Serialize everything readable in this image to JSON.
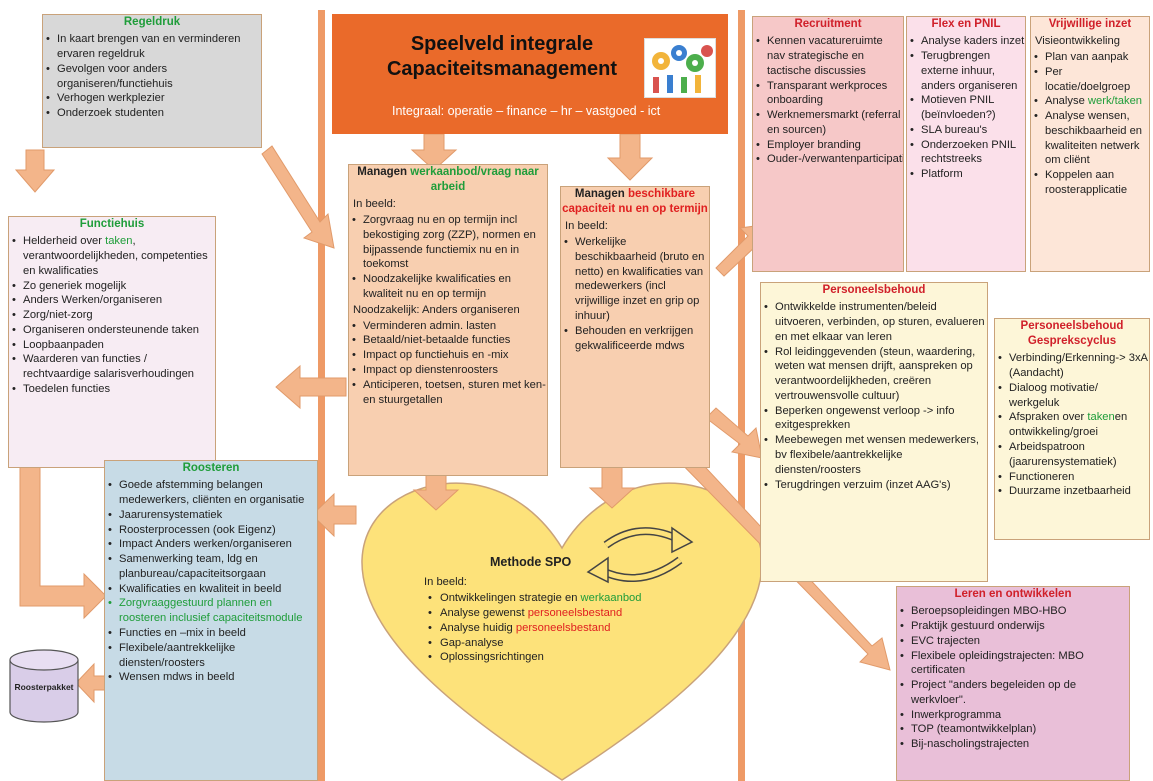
{
  "title": {
    "line1": "Speelveld integrale",
    "line2": "Capaciteitsmanagement",
    "subtitle": "Integraal: operatie – finance – hr – vastgoed - ict"
  },
  "regeldruk": {
    "heading": "Regeldruk",
    "items": [
      "In kaart brengen van en verminderen ervaren regeldruk",
      "Gevolgen voor anders organiseren/functiehuis",
      "Verhogen werkplezier",
      "Onderzoek studenten"
    ]
  },
  "functiehuis": {
    "heading": "Functiehuis",
    "item1_pre": "Helderheid over ",
    "item1_green": "taken",
    "item1_post": ", verantwoordelijkheden, competenties en kwalificaties",
    "items": [
      "Zo generiek mogelijk",
      "Anders Werken/organiseren",
      "Zorg/niet-zorg",
      "Organiseren ondersteunende taken",
      "Loopbaanpaden",
      "Waarderen van functies / rechtvaardige salarisverhoudingen",
      "Toedelen functies"
    ]
  },
  "managen_werkaanbod": {
    "heading_pre": "Managen ",
    "heading_green": "werkaanbod/vraag naar arbeid",
    "label_inbeeld": "In beeld:",
    "inbeeld_items": [
      "Zorgvraag nu en op termijn incl bekostiging zorg (ZZP), normen en bijpassende functiemix nu en in toekomst",
      "Noodzakelijke kwalificaties en kwaliteit nu en op termijn"
    ],
    "label_noodzakelijk": "Noodzakelijk: Anders organiseren",
    "nood_items": [
      "Verminderen admin. lasten",
      "Betaald/niet-betaalde functies",
      "Impact op functiehuis en -mix",
      "Impact op dienstenroosters",
      "Anticiperen, toetsen, sturen met ken- en stuurgetallen"
    ]
  },
  "managen_capaciteit": {
    "heading_pre": "Managen ",
    "heading_red": "beschikbare capaciteit nu en op termijn",
    "label_inbeeld": "In beeld:",
    "items": [
      "Werkelijke beschikbaarheid (bruto en netto) en kwalificaties van medewerkers (incl vrijwillige inzet en grip op inhuur)",
      "Behouden en verkrijgen gekwalificeerde mdws"
    ]
  },
  "recruitment": {
    "heading": "Recruitment",
    "items": [
      "Kennen vacatureruimte nav strategische en tactische discussies",
      "Transparant werkproces onboarding",
      "Werknemersmarkt (referral en sourcen)",
      "Employer branding",
      "Ouder-/verwantenparticipatie"
    ]
  },
  "flex_pnil": {
    "heading": "Flex en PNIL",
    "items": [
      "Analyse kaders inzet",
      "Terugbrengen externe inhuur, anders organiseren",
      "Motieven PNIL (beïnvloeden?)",
      "SLA bureau's",
      "Onderzoeken PNIL rechtstreeks",
      "Platform"
    ]
  },
  "vrijwillige_inzet": {
    "heading": "Vrijwillige inzet",
    "intro": "Visieontwikkeling",
    "items_before": [
      "Plan van aanpak",
      "Per locatie/doelgroep"
    ],
    "analyse_pre": "Analyse ",
    "analyse_green": "werk/taken",
    "items_after": [
      "Analyse wensen, beschikbaarheid en kwaliteiten netwerk om cliënt",
      "Koppelen aan roosterapplicatie"
    ]
  },
  "personeelsbehoud": {
    "heading": "Personeelsbehoud",
    "items": [
      "Ontwikkelde instrumenten/beleid uitvoeren, verbinden, op sturen, evalueren en met elkaar van leren",
      "Rol leidinggevenden (steun, waardering, weten wat mensen drijft, aanspreken op verantwoordelijkheden, creëren vertrouwensvolle cultuur)",
      "Beperken ongewenst verloop -> info exitgesprekken",
      "Meebewegen met wensen medewerkers, bv flexibele/aantrekkelijke diensten/roosters",
      "Terugdringen verzuim (inzet AAG's)"
    ]
  },
  "gesprekscyclus": {
    "heading1": "Personeelsbehoud",
    "heading2": "Gesprekscyclus",
    "items_before": [
      "Verbinding/Erkenning-> 3xA (Aandacht)",
      "Dialoog motivatie/ werkgeluk"
    ],
    "afspraken_pre": "Afspraken over ",
    "afspraken_green": "taken",
    "afspraken_post": "en ontwikkeling/groei",
    "items_after": [
      "Arbeidspatroon (jaarurensystematiek)",
      "Functioneren",
      "Duurzame inzetbaarheid"
    ]
  },
  "roosteren": {
    "heading": "Roosteren",
    "items_before": [
      "Goede afstemming belangen medewerkers, cliënten en organisatie",
      "Jaarurensystematiek",
      "Roosterprocessen (ook Eigenz)",
      "Impact Anders werken/organiseren",
      "Samenwerking team, ldg en planbureau/capaciteitsorgaan",
      "Kwalificaties en kwaliteit in beeld"
    ],
    "green_item": "Zorgvraaggestuurd plannen en roosteren inclusief capaciteitsmodule",
    "items_after": [
      "Functies en –mix in beeld",
      "Flexibele/aantrekkelijke diensten/roosters",
      "Wensen mdws in beeld"
    ]
  },
  "methode_spo": {
    "heading": "Methode SPO",
    "label_inbeeld": "In beeld:",
    "item1_pre": "Ontwikkelingen strategie en ",
    "item1_green": "werkaanbod",
    "item2_pre": "Analyse gewenst ",
    "item2_red": "personeelsbestand",
    "item3_pre": "Analyse huidig ",
    "item3_red": "personeelsbestand",
    "items_after": [
      "Gap-analyse",
      "Oplossingsrichtingen"
    ]
  },
  "leren": {
    "heading": "Leren en ontwikkelen",
    "items": [
      "Beroepsopleidingen MBO-HBO",
      "Praktijk gestuurd onderwijs",
      "EVC trajecten",
      "Flexibele opleidingstrajecten: MBO certificaten",
      "Project \"anders begeleiden op de werkvloer\".",
      "Inwerkprogramma",
      "TOP (teamontwikkelplan)",
      "Bij-nascholingstrajecten"
    ]
  },
  "roosterpakket": {
    "label": "Roosterpakket"
  },
  "colors": {
    "arrow": "#f3b58a",
    "title_bg": "#ea6a2a",
    "heart": "#fde27a",
    "green_text": "#1f9d3a",
    "red_text": "#e02020"
  }
}
